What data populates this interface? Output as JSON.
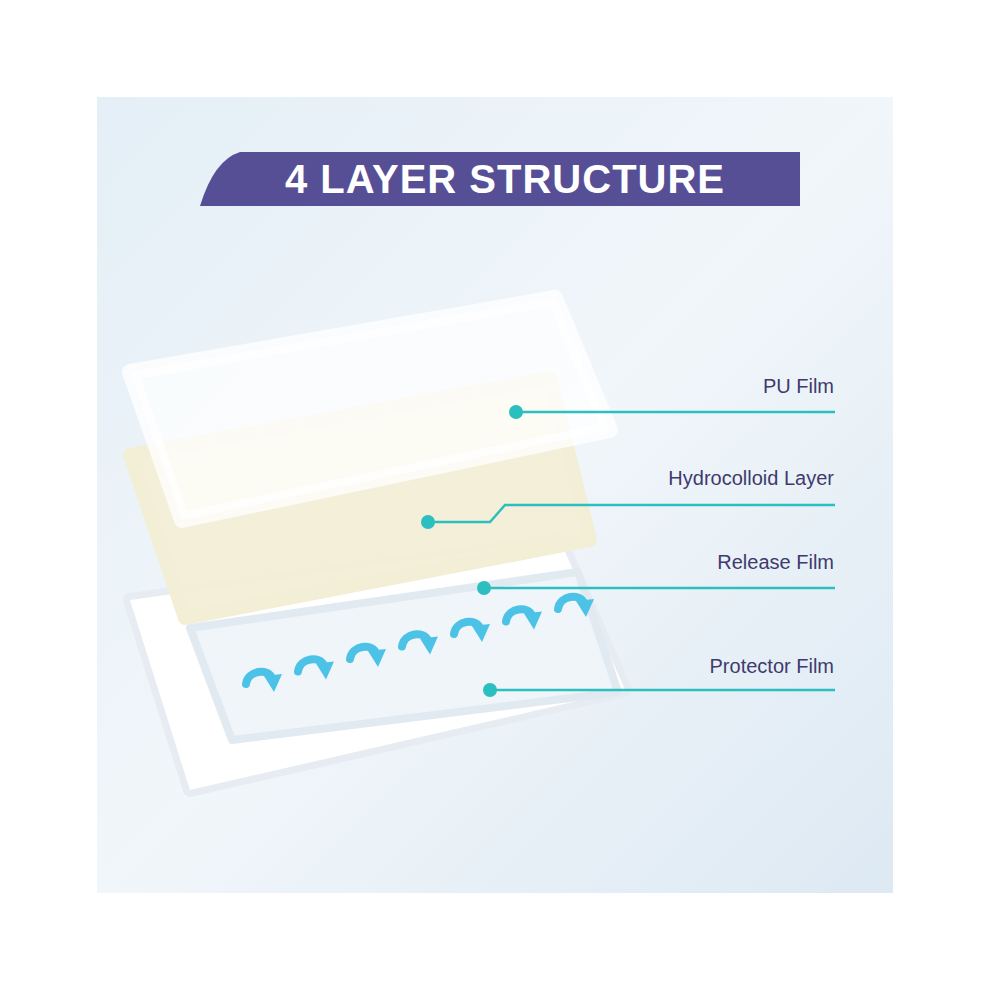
{
  "diagram": {
    "title": "4 LAYER STRUCTURE",
    "labels": [
      "PU Film",
      "Hydrocolloid Layer",
      "Release Film",
      "Protector Film"
    ]
  }
}
